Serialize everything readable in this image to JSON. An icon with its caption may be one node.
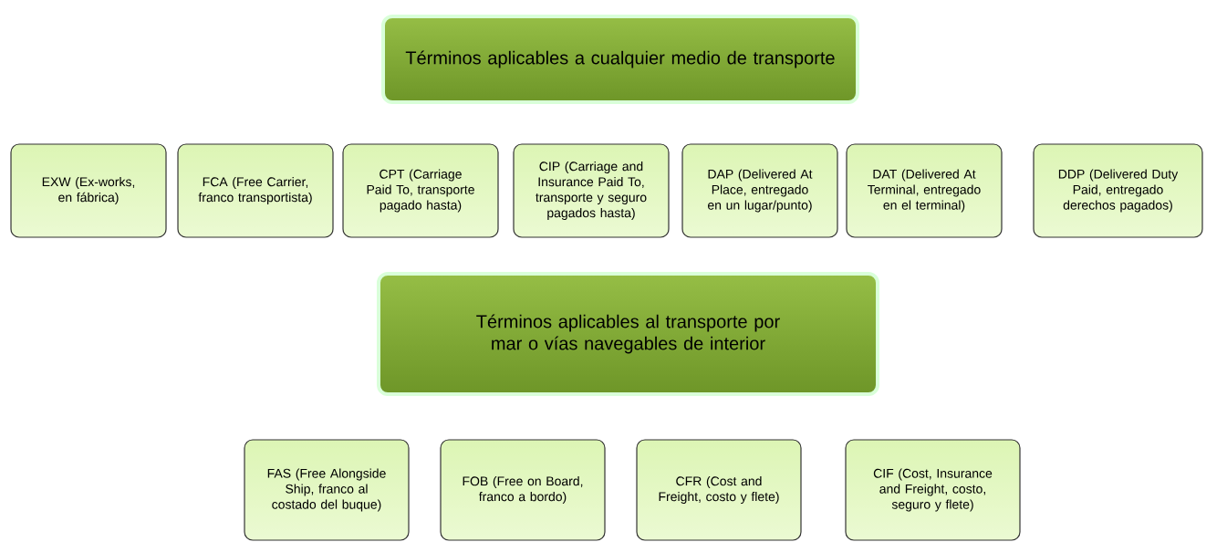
{
  "diagram": {
    "nodes": [
      {
        "text": [
          "Términos aplicables a cualquier medio de transporte"
        ]
      },
      {
        "text": [
          "EXW (Ex-works, en fábrica)"
        ]
      },
      {
        "text": [
          "FCA (Free Carrier, franco transportista)"
        ]
      },
      {
        "text": [
          "CPT (Carriage Paid To, transporte pagado hasta)"
        ]
      },
      {
        "text": [
          "CIP (Carriage and Insurance Paid To, transporte y seguro pagados hasta)"
        ]
      },
      {
        "text": [
          "DAP (Delivered At Place, entregado en un lugar/punto)"
        ]
      },
      {
        "text": [
          "DAT (Delivered At Terminal, entregado en el terminal)"
        ]
      },
      {
        "text": [
          "DDP (Delivered Duty Paid, entregado derechos pagados)"
        ]
      },
      {
        "text": [
          "Términos aplicables al transporte por mar o vías navegables de interior"
        ]
      },
      {
        "text": [
          "FAS (Free Alongside Ship, franco al costado del buque)"
        ]
      },
      {
        "text": [
          "FOB (Free on Board, franco a bordo)"
        ]
      },
      {
        "text": [
          "CFR (Cost and Freight, costo y flete)"
        ]
      },
      {
        "text": [
          "CIF (Cost, Insurance and Freight, costo, seguro y flete)"
        ]
      }
    ]
  }
}
